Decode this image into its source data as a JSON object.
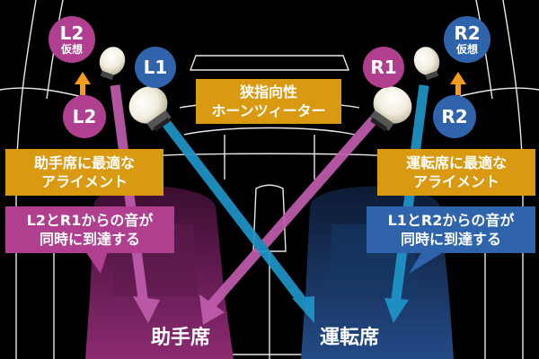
{
  "colors": {
    "magenta": "#b0408f",
    "blue": "#2f64ad",
    "amber": "#d99a12",
    "magenta_beam": "#c15dae",
    "blue_beam": "#1f95c9",
    "orange_arrow": "#f39c1a"
  },
  "badges": {
    "l2_virtual": {
      "main": "L2",
      "sub": "仮想"
    },
    "r2_virtual": {
      "main": "R2",
      "sub": "仮想"
    },
    "l1": {
      "main": "L1"
    },
    "r1": {
      "main": "R1"
    },
    "l2": {
      "main": "L2"
    },
    "r2": {
      "main": "R2"
    }
  },
  "labels": {
    "tweeter": [
      "狭指向性",
      "ホーンツィーター"
    ],
    "passenger_alignment": [
      "助手席に最適な",
      "アライメント"
    ],
    "driver_alignment": [
      "運転席に最適な",
      "アライメント"
    ],
    "passenger_arrival": [
      "L2とR1からの音が",
      "同時に到達する"
    ],
    "driver_arrival": [
      "L1とR2からの音が",
      "同時に到達する"
    ],
    "passenger_seat": "助手席",
    "driver_seat": "運転席"
  }
}
